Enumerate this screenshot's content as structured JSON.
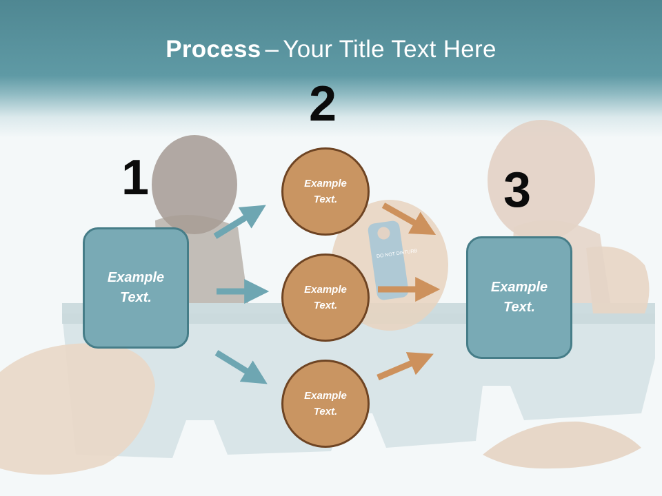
{
  "title": {
    "bold": "Process",
    "separator": "–",
    "rest": "Your Title Text Here"
  },
  "steps": [
    {
      "number": "1"
    },
    {
      "number": "2"
    },
    {
      "number": "3"
    }
  ],
  "left_box": {
    "text": "Example Text."
  },
  "circles": [
    {
      "text": "Example Text."
    },
    {
      "text": "Example Text."
    },
    {
      "text": "Example Text."
    }
  ],
  "right_box": {
    "text": "Example Text."
  },
  "background": {
    "sign_text": "DO NOT DISTURB"
  },
  "colors": {
    "header": "#5f9aa5",
    "box_fill": "#79aab5",
    "box_border": "#467d88",
    "circle_fill": "#c99562",
    "circle_border": "#6e4423",
    "arrow_blue": "#6ea6b2",
    "arrow_orange": "#cd915c"
  }
}
